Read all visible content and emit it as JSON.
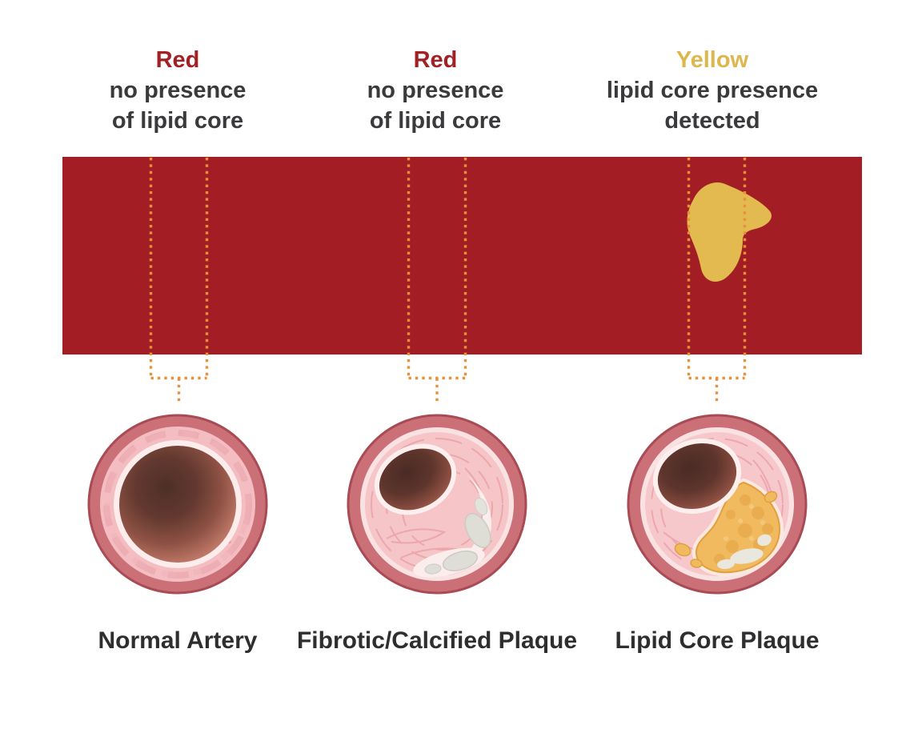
{
  "colors": {
    "band_red": "#A31E24",
    "lipid_yellow": "#E3BA4F",
    "dash_orange": "#E8913A",
    "label_red": "#A32125",
    "label_yellow": "#DCB74E",
    "text_dark": "#3A3A3C",
    "caption_dark": "#2E2E30"
  },
  "top_labels": [
    {
      "heading": "Red",
      "tone": "red",
      "line1": "no presence",
      "line2": "of lipid core"
    },
    {
      "heading": "Red",
      "tone": "red",
      "line1": "no presence",
      "line2": "of lipid core"
    },
    {
      "heading": "Yellow",
      "tone": "yellow",
      "line1": "lipid core presence",
      "line2": "detected"
    }
  ],
  "arteries": [
    {
      "caption": "Normal Artery"
    },
    {
      "caption": "Fibrotic/Calcified Plaque"
    },
    {
      "caption": "Lipid Core Plaque"
    }
  ]
}
